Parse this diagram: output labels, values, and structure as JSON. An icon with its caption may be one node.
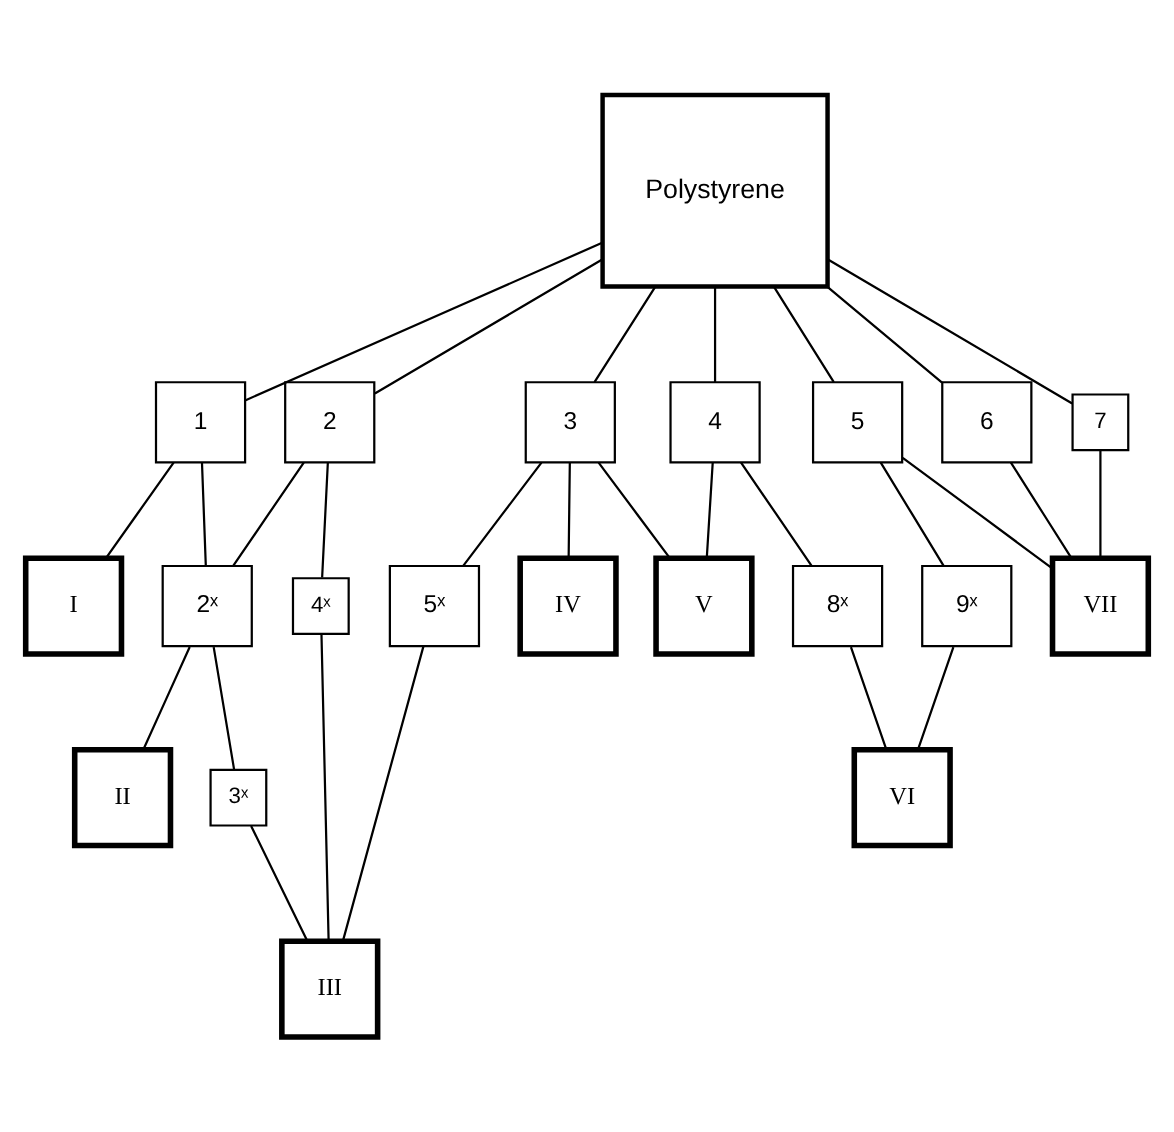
{
  "diagram": {
    "nodes": [
      {
        "text": [
          "Polystyrene"
        ]
      },
      {
        "text": [
          "1"
        ]
      },
      {
        "text": [
          "2"
        ]
      },
      {
        "text": [
          "3"
        ]
      },
      {
        "text": [
          "4"
        ]
      },
      {
        "text": [
          "5"
        ]
      },
      {
        "text": [
          "6"
        ]
      },
      {
        "text": [
          "7"
        ]
      },
      {
        "text": [
          "I"
        ]
      },
      {
        "text": [
          "2ˣ"
        ]
      },
      {
        "text": [
          "4ˣ"
        ]
      },
      {
        "text": [
          "5ˣ"
        ]
      },
      {
        "text": [
          "IV"
        ]
      },
      {
        "text": [
          "V"
        ]
      },
      {
        "text": [
          "8ˣ"
        ]
      },
      {
        "text": [
          "9ˣ"
        ]
      },
      {
        "text": [
          "VII"
        ]
      },
      {
        "text": [
          "II"
        ]
      },
      {
        "text": [
          "3ˣ"
        ]
      },
      {
        "text": [
          "III"
        ]
      },
      {
        "text": [
          "VI"
        ]
      }
    ],
    "edges": [
      {
        "from": 0,
        "to": 1,
        "arrow": "none"
      },
      {
        "from": 0,
        "to": 2,
        "arrow": "none"
      },
      {
        "from": 0,
        "to": 3,
        "arrow": "none"
      },
      {
        "from": 0,
        "to": 4,
        "arrow": "none"
      },
      {
        "from": 0,
        "to": 5,
        "arrow": "none"
      },
      {
        "from": 0,
        "to": 6,
        "arrow": "none"
      },
      {
        "from": 0,
        "to": 7,
        "arrow": "none"
      },
      {
        "from": 1,
        "to": 8,
        "arrow": "none"
      },
      {
        "from": 1,
        "to": 9,
        "arrow": "none"
      },
      {
        "from": 2,
        "to": 9,
        "arrow": "none"
      },
      {
        "from": 2,
        "to": 10,
        "arrow": "none"
      },
      {
        "from": 3,
        "to": 11,
        "arrow": "none"
      },
      {
        "from": 3,
        "to": 12,
        "arrow": "none"
      },
      {
        "from": 3,
        "to": 13,
        "arrow": "none"
      },
      {
        "from": 4,
        "to": 13,
        "arrow": "none"
      },
      {
        "from": 4,
        "to": 14,
        "arrow": "none"
      },
      {
        "from": 5,
        "to": 15,
        "arrow": "none"
      },
      {
        "from": 5,
        "to": 16,
        "arrow": "none"
      },
      {
        "from": 6,
        "to": 16,
        "arrow": "none"
      },
      {
        "from": 7,
        "to": 16,
        "arrow": "none"
      },
      {
        "from": 9,
        "to": 17,
        "arrow": "none"
      },
      {
        "from": 9,
        "to": 18,
        "arrow": "none"
      },
      {
        "from": 18,
        "to": 19,
        "arrow": "none"
      },
      {
        "from": 10,
        "to": 19,
        "arrow": "none"
      },
      {
        "from": 11,
        "to": 19,
        "arrow": "none"
      },
      {
        "from": 14,
        "to": 20,
        "arrow": "none"
      },
      {
        "from": 15,
        "to": 20,
        "arrow": "none"
      }
    ]
  }
}
